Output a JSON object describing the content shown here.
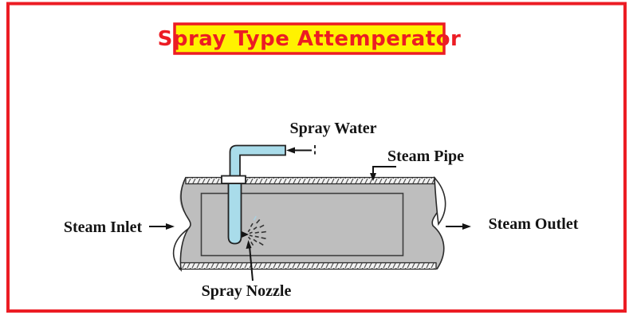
{
  "title_banner": {
    "text": "Spray Type Attemperator",
    "bg": "#FFF200",
    "border": "#EC1C24",
    "text_color": "#EC1C24"
  },
  "frame": {
    "border_color": "#EC1C24"
  },
  "labels": {
    "spray_water": "Spray Water",
    "steam_pipe": "Steam Pipe",
    "steam_inlet": "Steam Inlet",
    "steam_outlet": "Steam Outlet",
    "spray_nozzle": "Spray Nozzle"
  },
  "colors": {
    "pipe_gray": "#BEBEBE",
    "water_cyan": "#A9DCEA",
    "outline": "#2B2B2B",
    "hatch_bg": "#F2F2F2",
    "text_black": "#141414"
  }
}
